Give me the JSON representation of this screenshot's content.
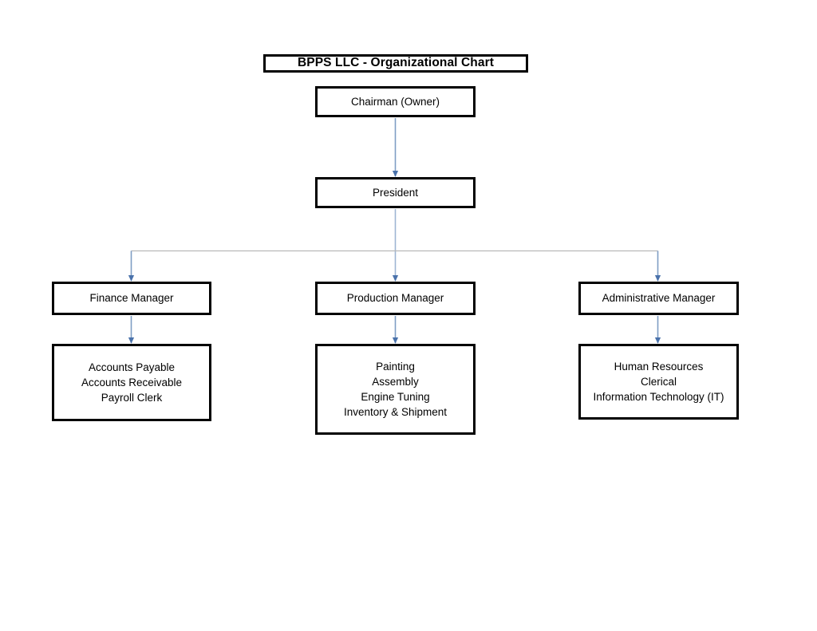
{
  "document": {
    "title": "BPPS LLC - Organizational Chart",
    "type": "organizational-chart"
  },
  "colors": {
    "box_border": "#000000",
    "box_fill": "#ffffff",
    "connector_blue": "#4a72ab",
    "connector_bus_gray": "#bfbfbf",
    "text": "#000000",
    "page_background": "#ffffff"
  },
  "chart_data": {
    "type": "diagram",
    "title": "BPPS LLC - Organizational Chart",
    "nodes": [
      {
        "id": "chairman",
        "label": "Chairman (Owner)",
        "level": 0
      },
      {
        "id": "president",
        "label": "President",
        "level": 1
      },
      {
        "id": "finance_manager",
        "label": "Finance Manager",
        "level": 2
      },
      {
        "id": "production_manager",
        "label": "Production Manager",
        "level": 2
      },
      {
        "id": "admin_manager",
        "label": "Administrative Manager",
        "level": 2
      },
      {
        "id": "finance_staff",
        "level": 3,
        "lines": [
          "Accounts Payable",
          "Accounts Receivable",
          "Payroll Clerk"
        ]
      },
      {
        "id": "production_staff",
        "level": 3,
        "lines": [
          "Painting",
          "Assembly",
          "Engine Tuning",
          "Inventory & Shipment"
        ]
      },
      {
        "id": "admin_staff",
        "level": 3,
        "lines": [
          "Human Resources",
          "Clerical",
          "Information Technology (IT)"
        ]
      }
    ],
    "edges": [
      {
        "from": "chairman",
        "to": "president"
      },
      {
        "from": "president",
        "to": "finance_manager"
      },
      {
        "from": "president",
        "to": "production_manager"
      },
      {
        "from": "president",
        "to": "admin_manager"
      },
      {
        "from": "finance_manager",
        "to": "finance_staff"
      },
      {
        "from": "production_manager",
        "to": "production_staff"
      },
      {
        "from": "admin_manager",
        "to": "admin_staff"
      }
    ]
  },
  "boxes": {
    "title": "BPPS LLC - Organizational Chart",
    "chairman": "Chairman (Owner)",
    "president": "President",
    "finance_manager": "Finance Manager",
    "production_manager": "Production Manager",
    "admin_manager": "Administrative Manager",
    "finance_staff": {
      "line1": "Accounts Payable",
      "line2": "Accounts Receivable",
      "line3": "Payroll Clerk"
    },
    "production_staff": {
      "line1": "Painting",
      "line2": "Assembly",
      "line3": "Engine Tuning",
      "line4": "Inventory & Shipment"
    },
    "admin_staff": {
      "line1": "Human Resources",
      "line2": "Clerical",
      "line3": "Information Technology (IT)"
    }
  }
}
